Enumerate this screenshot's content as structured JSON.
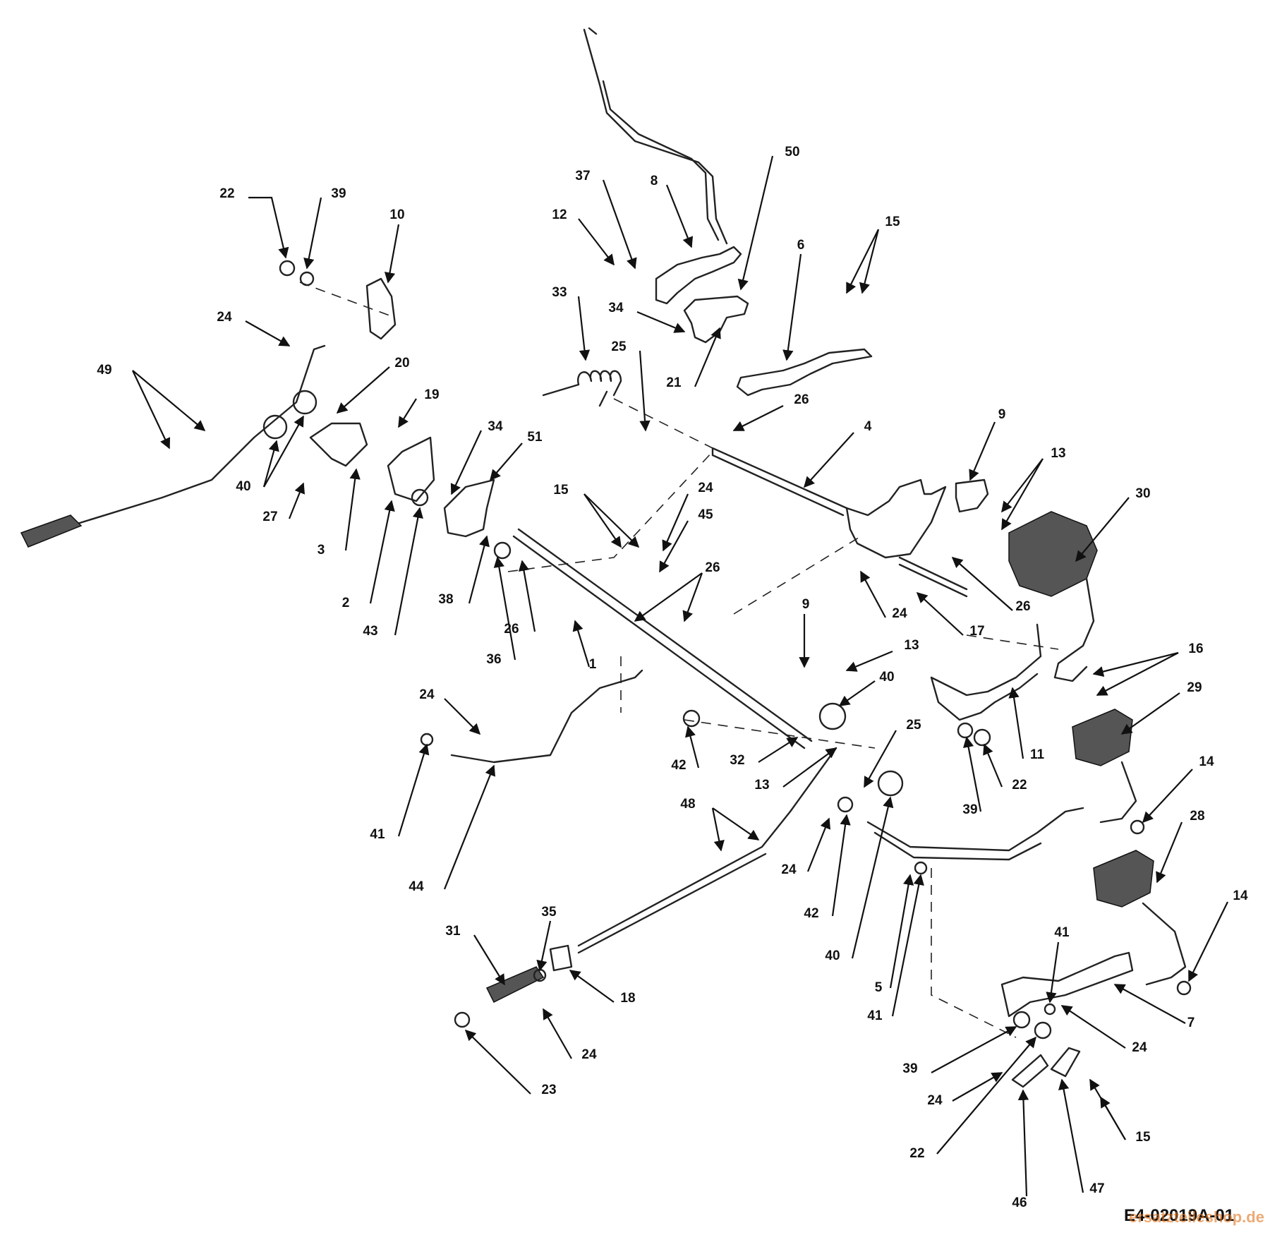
{
  "drawing_number": "E4-02019A-01",
  "watermark": "ersatzteileshop.de",
  "callouts": [
    "1",
    "2",
    "3",
    "4",
    "5",
    "6",
    "7",
    "8",
    "9",
    "10",
    "11",
    "12",
    "13",
    "14",
    "15",
    "16",
    "17",
    "18",
    "19",
    "20",
    "21",
    "22",
    "23",
    "24",
    "25",
    "26",
    "27",
    "28",
    "29",
    "30",
    "31",
    "32",
    "33",
    "34",
    "35",
    "36",
    "37",
    "38",
    "39",
    "40",
    "41",
    "42",
    "43",
    "44",
    "45",
    "46",
    "47",
    "48",
    "49",
    "50",
    "51"
  ]
}
